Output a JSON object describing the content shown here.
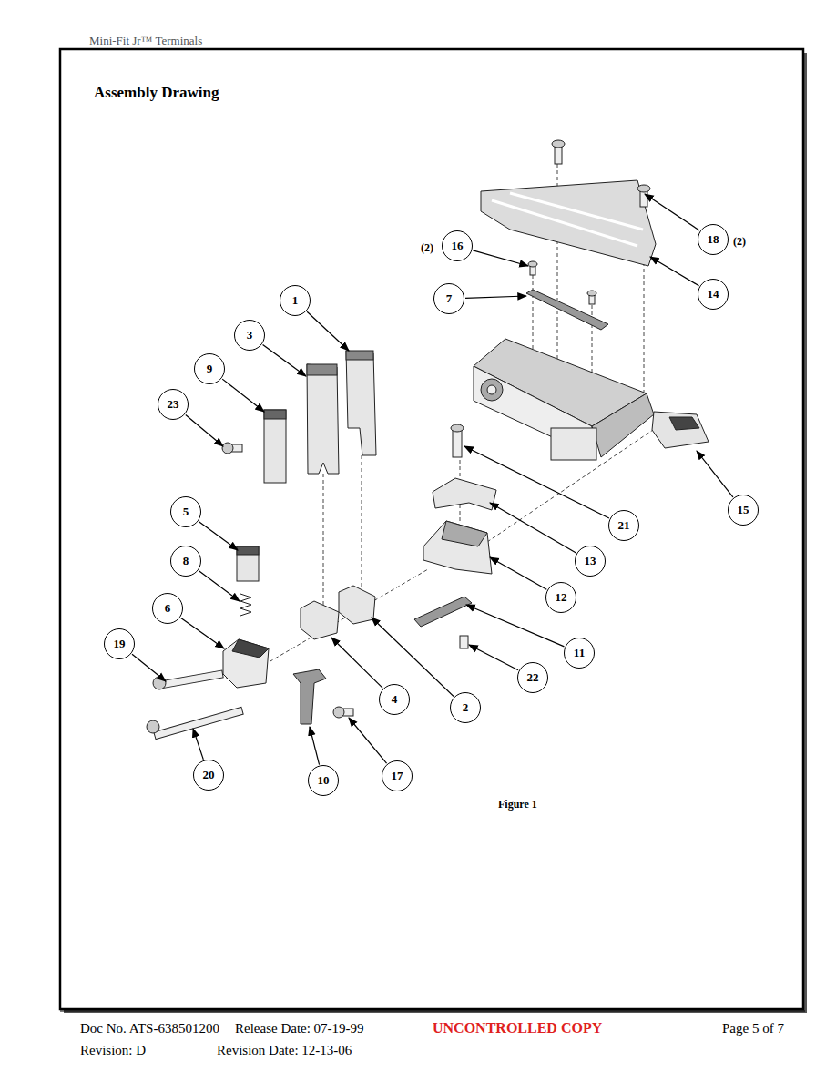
{
  "diagram": {
    "title": "Assembly Drawing",
    "caption": "Figure 1",
    "nodes": [
      {
        "text": [
          "18"
        ]
      },
      {
        "text": [
          "16"
        ]
      },
      {
        "text": [
          "14"
        ]
      },
      {
        "text": [
          "7"
        ]
      },
      {
        "text": [
          "1"
        ]
      },
      {
        "text": [
          "3"
        ]
      },
      {
        "text": [
          "9"
        ]
      },
      {
        "text": [
          "23"
        ]
      },
      {
        "text": [
          "15"
        ]
      },
      {
        "text": [
          "5"
        ]
      },
      {
        "text": [
          "21"
        ]
      },
      {
        "text": [
          "13"
        ]
      },
      {
        "text": [
          "8"
        ]
      },
      {
        "text": [
          "12"
        ]
      },
      {
        "text": [
          "6"
        ]
      },
      {
        "text": [
          "19"
        ]
      },
      {
        "text": [
          "11"
        ]
      },
      {
        "text": [
          "22"
        ]
      },
      {
        "text": [
          "4"
        ]
      },
      {
        "text": [
          "2"
        ]
      },
      {
        "text": [
          "20"
        ]
      },
      {
        "text": [
          "17"
        ]
      },
      {
        "text": [
          "10"
        ]
      }
    ],
    "labels": [
      "Mini-Fit Jr™ Terminals",
      "(2)",
      "(2)",
      "Doc No. ATS-638501200",
      "Release Date: 07-19-99",
      "UNCONTROLLED COPY",
      "Page 5 of 7",
      "Revision: D",
      "Revision Date: 12-13-06"
    ]
  }
}
